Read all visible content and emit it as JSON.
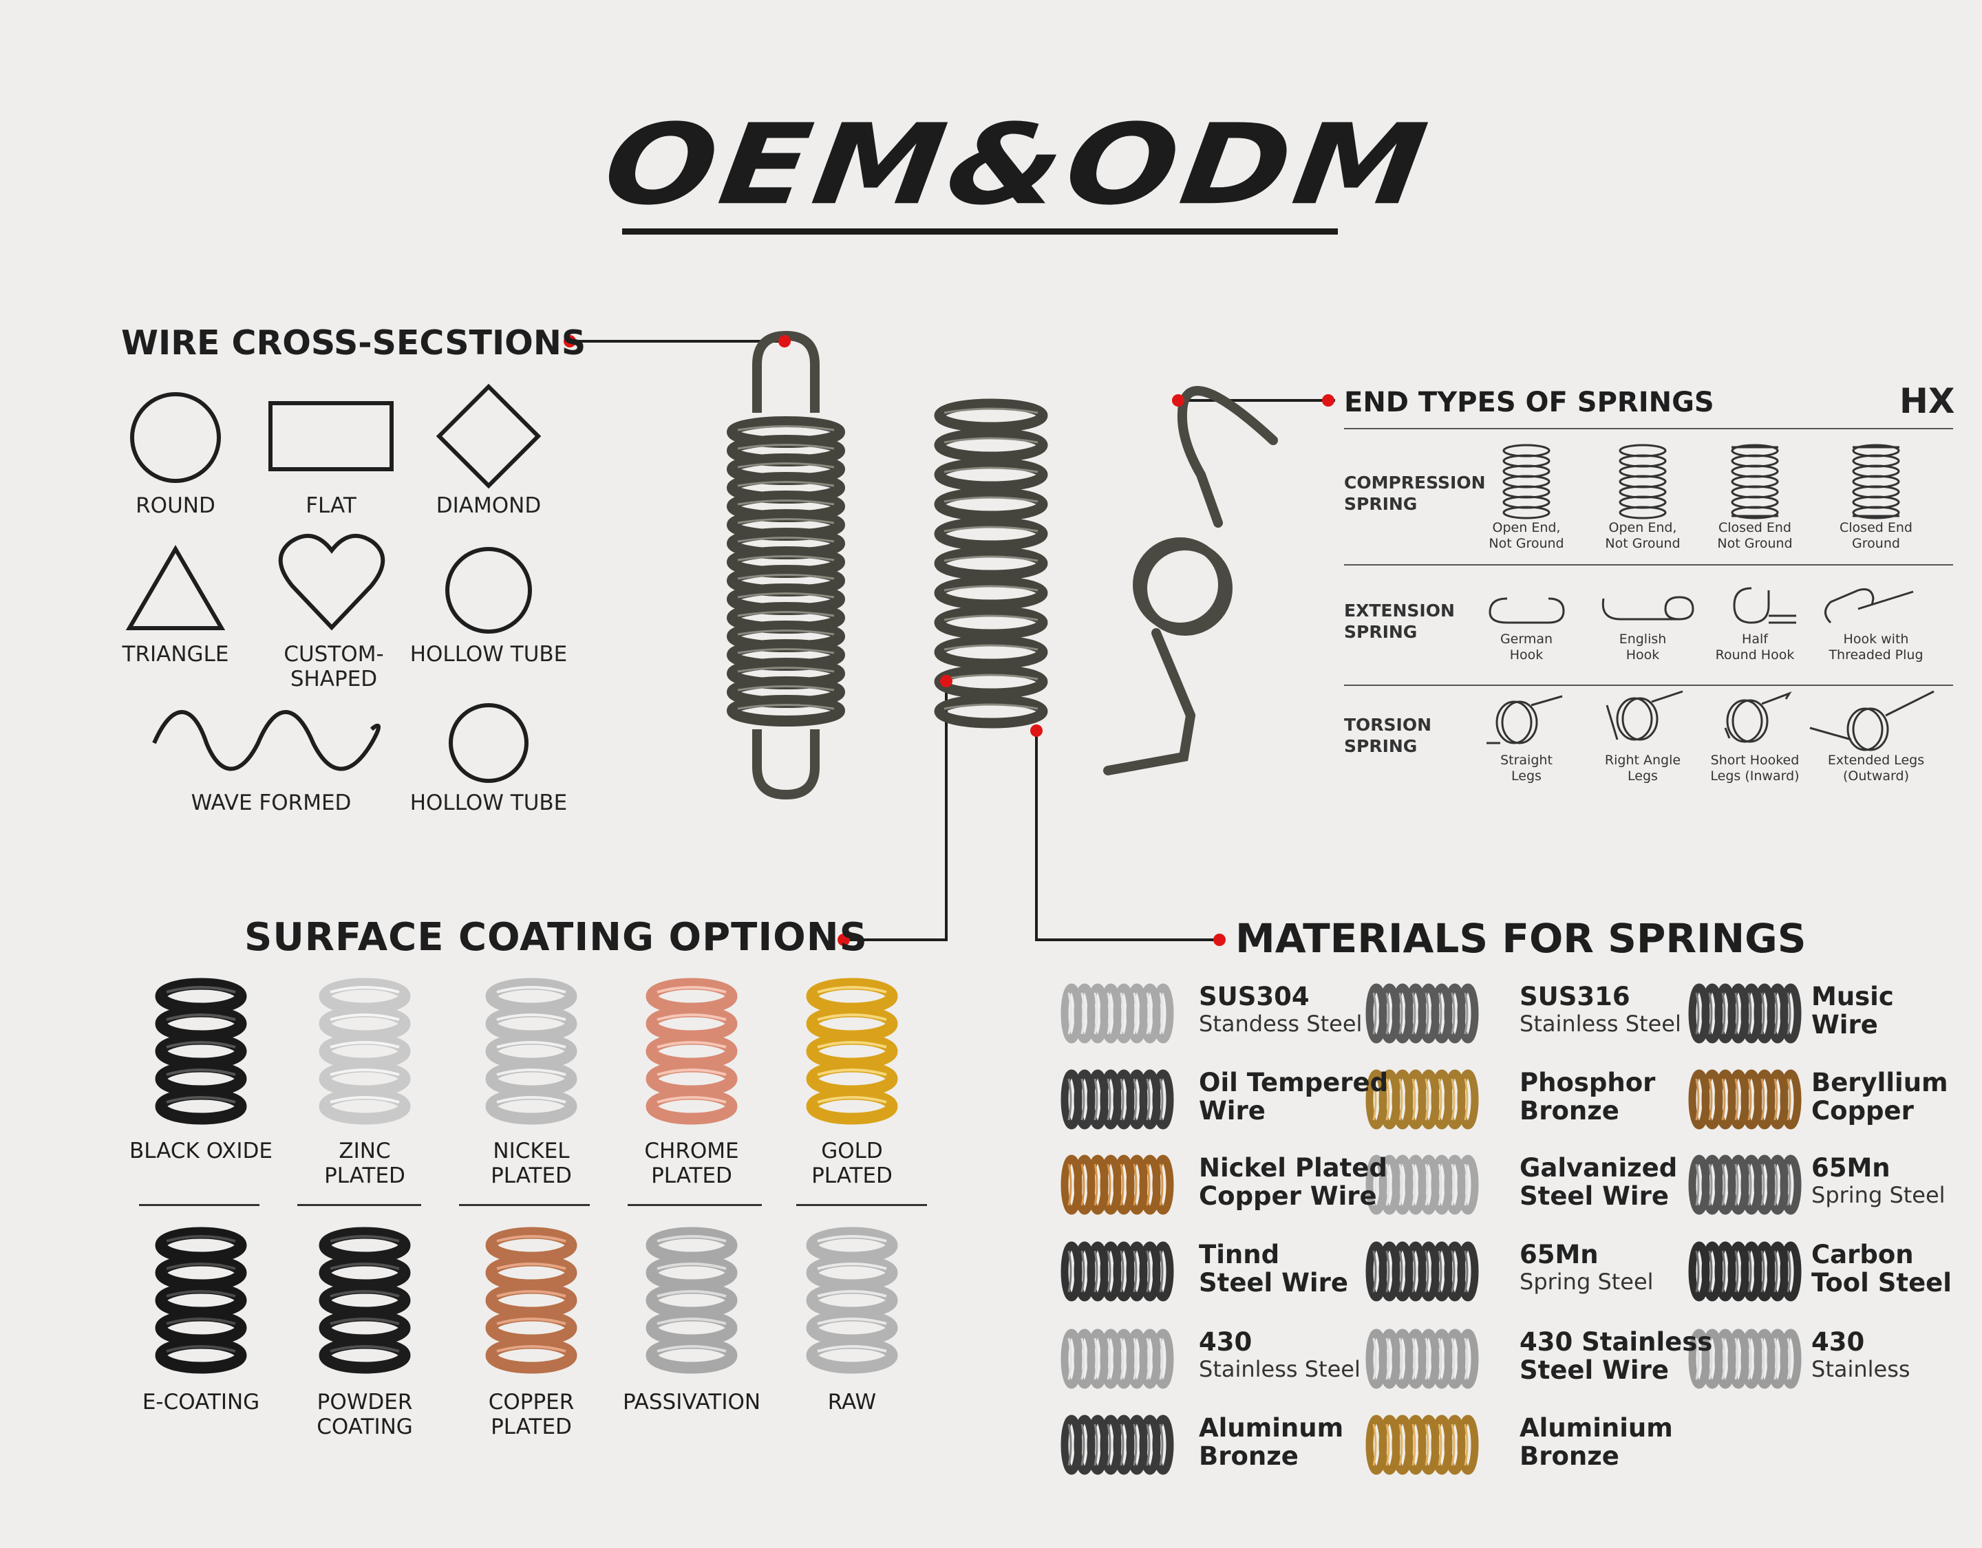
{
  "title": "OEM&ODM",
  "wire_section": {
    "title": "WIRE CROSS-SECSTIONS",
    "shapes": [
      {
        "label": "ROUND",
        "icon": "circle-icon"
      },
      {
        "label": "FLAT",
        "icon": "rectangle-icon"
      },
      {
        "label": "DIAMOND",
        "icon": "diamond-icon"
      },
      {
        "label": "TRIANGLE",
        "icon": "triangle-icon"
      },
      {
        "label": "CUSTOM-\nSHAPED",
        "icon": "heart-icon"
      },
      {
        "label": "HOLLOW TUBE",
        "icon": "circle-icon"
      },
      {
        "label": "WAVE FORMED",
        "icon": "wave-icon"
      },
      {
        "label": "HOLLOW TUBE",
        "icon": "circle-icon"
      }
    ]
  },
  "end_section": {
    "title": "END TYPES OF SPRINGS",
    "brand": "HX",
    "rows": [
      {
        "label": "COMPRESSION\nSPRING",
        "items": [
          "Open End,\nNot Ground",
          "Open End,\nNot Ground",
          "Closed End\nNot Ground",
          "Closed End\nGround"
        ]
      },
      {
        "label": "EXTENSION\nSPRING",
        "items": [
          "German\nHook",
          "English\nHook",
          "Half\nRound Hook",
          "Hook with\nThreaded Plug"
        ]
      },
      {
        "label": "TORSION\nSPRING",
        "items": [
          "Straight\nLegs",
          "Right Angle\nLegs",
          "Short Hooked\nLegs (Inward)",
          "Extended Legs\n(Outward)"
        ]
      }
    ]
  },
  "coating_section": {
    "title": "SURFACE COATING OPTIONS",
    "items": [
      {
        "label": "BLACK OXIDE",
        "color": "#1a1a1a",
        "hl": "#555555"
      },
      {
        "label": "ZINC\nPLATED",
        "color": "#c9c9c9",
        "hl": "#f4f4f4"
      },
      {
        "label": "NICKEL\nPLATED",
        "color": "#bdbdbd",
        "hl": "#f0f0f0"
      },
      {
        "label": "CHROME\nPLATED",
        "color": "#d98a73",
        "hl": "#f6c5b5"
      },
      {
        "label": "GOLD\nPLATED",
        "color": "#d9a21a",
        "hl": "#f6d77a"
      },
      {
        "label": "E-COATING",
        "color": "#181818",
        "hl": "#4a4a4a"
      },
      {
        "label": "POWDER\nCOATING",
        "color": "#1c1c1c",
        "hl": "#4f4f4f"
      },
      {
        "label": "COPPER\nPLATED",
        "color": "#b8714a",
        "hl": "#e5a585"
      },
      {
        "label": "PASSIVATION",
        "color": "#a8a8a8",
        "hl": "#dcdcdc"
      },
      {
        "label": "RAW",
        "color": "#b3b3b3",
        "hl": "#e8e8e8"
      }
    ]
  },
  "materials_section": {
    "title": "MATERIALS FOR SPRINGS",
    "items": [
      {
        "name": "SUS304",
        "sub": "Standess Steel",
        "color": "#a9a9a9",
        "hl": "#e6e6e6"
      },
      {
        "name": "SUS316",
        "sub": "Stainless Steel",
        "color": "#5a5a5a",
        "hl": "#9a9a9a"
      },
      {
        "name": "Music\nWire",
        "sub": "",
        "color": "#3b3b3b",
        "hl": "#7a7a7a"
      },
      {
        "name": "Oil Tempered\nWire",
        "sub": "",
        "color": "#3a3a3a",
        "hl": "#8a8a8a"
      },
      {
        "name": "Phosphor\nBronze",
        "sub": "",
        "color": "#a67c2e",
        "hl": "#e0b86a"
      },
      {
        "name": "Beryllium\nCopper",
        "sub": "",
        "color": "#8a5a24",
        "hl": "#d19a5a"
      },
      {
        "name": "Nickel Plated\nCopper Wire",
        "sub": "",
        "color": "#9a5f22",
        "hl": "#d9974a"
      },
      {
        "name": "Galvanized\nSteel Wire",
        "sub": "",
        "color": "#a7a7a7",
        "hl": "#e3e3e3"
      },
      {
        "name": "65Mn",
        "sub": "Spring Steel",
        "color": "#555555",
        "hl": "#9a9a9a"
      },
      {
        "name": "Tinnd\nSteel Wire",
        "sub": "",
        "color": "#333333",
        "hl": "#7a7a7a"
      },
      {
        "name": "65Mn",
        "sub": "Spring Steel",
        "color": "#353535",
        "hl": "#7a7a7a"
      },
      {
        "name": "Carbon\nTool Steel",
        "sub": "",
        "color": "#2e2e2e",
        "hl": "#6e6e6e"
      },
      {
        "name": "430",
        "sub": "Stainless Steel",
        "color": "#a3a3a3",
        "hl": "#e2e2e2"
      },
      {
        "name": "430 Stainless\nSteel Wire",
        "sub": "",
        "color": "#9f9f9f",
        "hl": "#dedede"
      },
      {
        "name": "430",
        "sub": "Stainless",
        "color": "#9c9c9c",
        "hl": "#dcdcdc"
      },
      {
        "name": "Aluminum\nBronze",
        "sub": "",
        "color": "#3a3a3a",
        "hl": "#808080"
      },
      {
        "name": "Aluminium\nBronze",
        "sub": "",
        "color": "#a77a2a",
        "hl": "#e2b361"
      }
    ]
  },
  "colors": {
    "accent_dot": "#e01414",
    "spring_metal": "#4a4a42",
    "ink": "#1e1e1e"
  }
}
